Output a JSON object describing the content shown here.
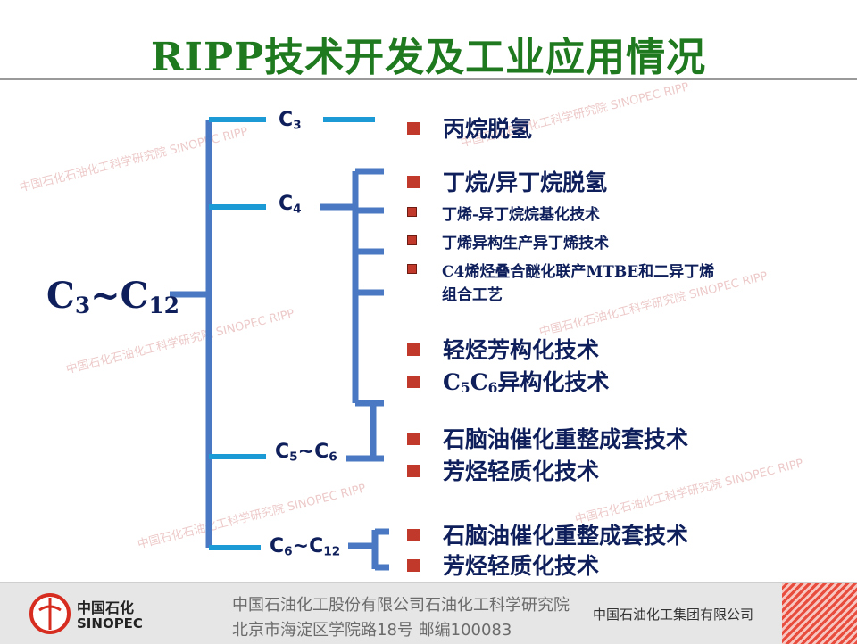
{
  "title": "RIPP技术开发及工业应用情况",
  "root": {
    "main": "C",
    "sub1": "3",
    "sep": "~C",
    "sub2": "12"
  },
  "branches": [
    {
      "main": "C",
      "sub": "3"
    },
    {
      "main": "C",
      "sub": "4"
    },
    {
      "main1": "C",
      "sub1": "5",
      "sep": "~C",
      "sub2": "6"
    },
    {
      "main1": "C",
      "sub1": "6",
      "sep": "~C",
      "sub2": "12"
    }
  ],
  "items": {
    "c3": [
      "丙烷脱氢"
    ],
    "c4_main": "丁烷/异丁烷脱氢",
    "c4_small": [
      "丁烯-异丁烷烷基化技术",
      "丁烯异构生产异丁烯技术",
      "C4烯烃叠合醚化联产MTBE和二异丁烯",
      "组合工艺"
    ],
    "c4_more": [
      "轻烃芳构化技术"
    ],
    "c5c6_iso": {
      "c": "C",
      "s1": "5",
      "c2": "C",
      "s2": "6",
      "rest": "异构化技术"
    },
    "c5c6": [
      "石脑油催化重整成套技术",
      "芳烃轻质化技术"
    ],
    "c6c12": [
      "石脑油催化重整成套技术",
      "芳烃轻质化技术"
    ]
  },
  "watermark": "中国石化石油化工科学研究院  SINOPEC  RIPP",
  "footer": {
    "logo_cn": "中国石化",
    "logo_en": "SINOPEC",
    "line1": "中国石油化工股份有限公司石油化工科学研究院",
    "line2": "北京市海淀区学院路18号  邮编100083",
    "right": "中国石油化工集团有限公司"
  },
  "colors": {
    "title": "#1f7a1f",
    "line": "#4a78c2",
    "accent_line": "#1b9ad6",
    "bullet": "#c0392b",
    "text": "#0e1f5b"
  }
}
